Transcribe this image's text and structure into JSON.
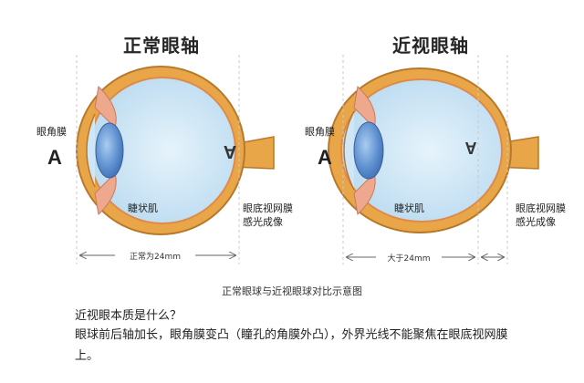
{
  "titles": {
    "normal": "正常眼轴",
    "myopia": "近视眼轴"
  },
  "labels": {
    "cornea": "眼角膜",
    "letter": "A",
    "ciliary_muscle": "睫状肌",
    "retina_line1": "眼底视网膜",
    "retina_line2": "感光成像",
    "normal_axis": "正常为24mm",
    "myopia_axis": "大于24mm"
  },
  "caption": "正常眼球与近视眼球对比示意图",
  "text": {
    "question": "近视眼本质是什么？",
    "answer": "眼球前后轴加长，眼角膜变凸（瞳孔的角膜外凸），外界光线不能聚焦在眼底视网膜上。"
  },
  "colors": {
    "sclera": "#e9a649",
    "sclera_dark": "#c9842a",
    "vitreous": "#d4eaf7",
    "lens": "#5e8fcf",
    "lens_light": "#9cc3ea",
    "ciliary": "#eda88e",
    "guide_line": "#c8c8c8"
  }
}
